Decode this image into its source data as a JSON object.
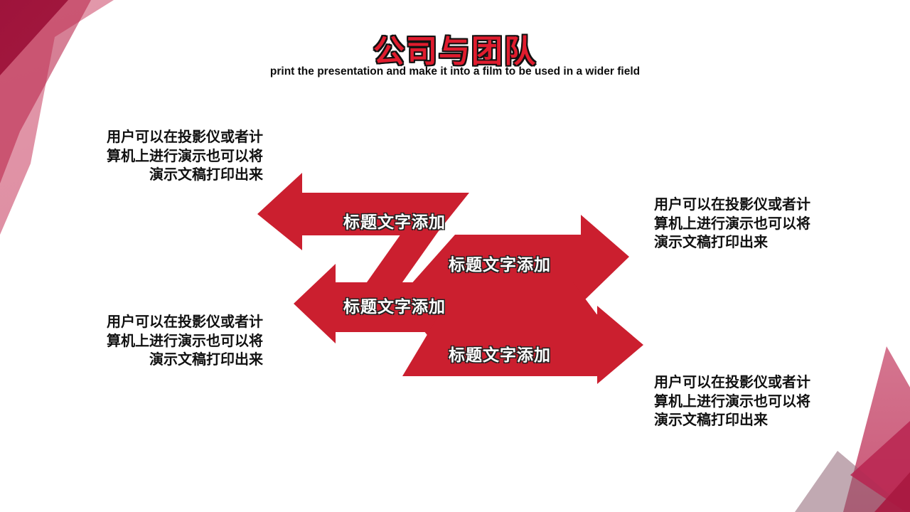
{
  "slide": {
    "title": "公司与团队",
    "subtitle": "print the presentation and make it into a film to be used in a wider field",
    "arrows": [
      {
        "id": 1,
        "direction": "left",
        "label": "标题文字添加"
      },
      {
        "id": 2,
        "direction": "right",
        "label": "标题文字添加"
      },
      {
        "id": 3,
        "direction": "left",
        "label": "标题文字添加"
      },
      {
        "id": 4,
        "direction": "right",
        "label": "标题文字添加"
      }
    ],
    "text_blocks": [
      {
        "position": "top-left",
        "align": "right",
        "text": "用户可以在投影仪或者计算机上进行演示也可以将演示文稿打印出来"
      },
      {
        "position": "top-right",
        "align": "left",
        "text": "用户可以在投影仪或者计算机上进行演示也可以将演示文稿打印出来"
      },
      {
        "position": "bottom-left",
        "align": "right",
        "text": "用户可以在投影仪或者计算机上进行演示也可以将演示文稿打印出来"
      },
      {
        "position": "bottom-right",
        "align": "left",
        "text": "用户可以在投影仪或者计算机上进行演示也可以将演示文稿打印出来"
      }
    ],
    "colors": {
      "arrow_red": "#cb1f2f",
      "title_red": "#e01c2e",
      "body_text": "#111111",
      "deco_dark_crimson": "#9c1038",
      "deco_light_pink": "#dd879c"
    }
  }
}
